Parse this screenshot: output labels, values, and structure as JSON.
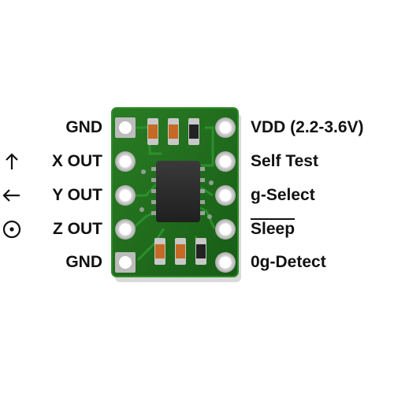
{
  "board": {
    "pcb_color": "#1f6e1f",
    "pcb_edge_color": "#2f8a2a",
    "pad_color": "#c9c9c9",
    "chip_color": "#2a2a2a"
  },
  "pins_left": [
    {
      "label": "GND",
      "symbol": ""
    },
    {
      "label": "X OUT",
      "symbol": "arrow-up-icon"
    },
    {
      "label": "Y OUT",
      "symbol": "arrow-left-icon"
    },
    {
      "label": "Z OUT",
      "symbol": "circled-dot-icon"
    },
    {
      "label": "GND",
      "symbol": ""
    }
  ],
  "pins_right": [
    {
      "label": "VDD (2.2-3.6V)",
      "overline": false
    },
    {
      "label": "Self Test",
      "overline": false
    },
    {
      "label": "g-Select",
      "overline": false
    },
    {
      "label": "Sleep",
      "overline": true
    },
    {
      "label": "0g-Detect",
      "overline": false
    }
  ]
}
